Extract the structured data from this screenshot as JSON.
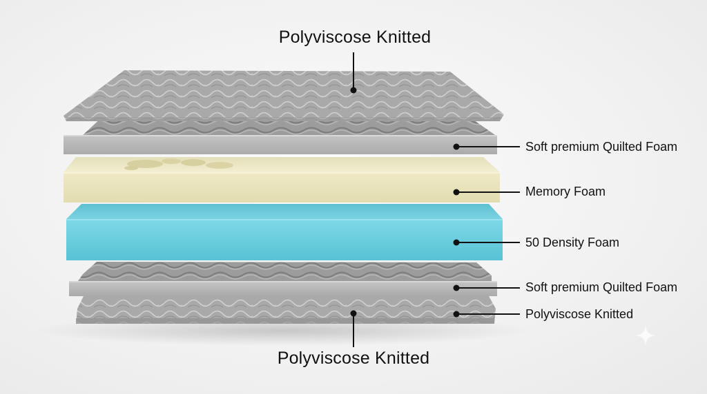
{
  "labels": {
    "top": "Polyviscose Knitted",
    "quilted_top": "Soft premium Quilted Foam",
    "memory": "Memory Foam",
    "density": "50 Density Foam",
    "quilted_bottom": "Soft premium Quilted Foam",
    "knit_bottom_side": "Polyviscose Knitted",
    "bottom": "Polyviscose Knitted"
  },
  "colors": {
    "knit": "#a8a8a8",
    "quilted_foam": "#b9b9b9",
    "memory_foam": "#ece7bf",
    "density_foam": "#6ccfdf",
    "leader_line": "#111111"
  },
  "icons": {
    "sparkle": "sparkle-icon"
  }
}
